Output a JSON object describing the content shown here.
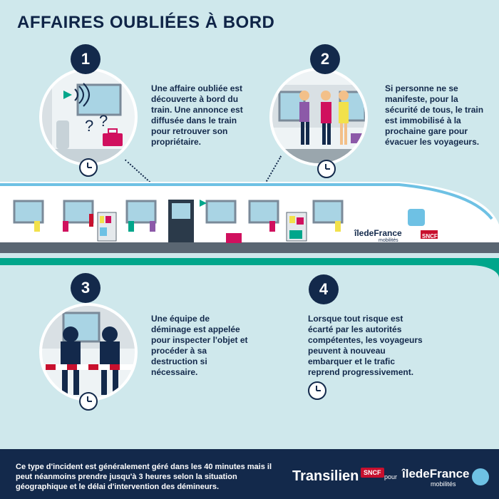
{
  "title": "AFFAIRES OUBLIÉES À BORD",
  "steps": [
    {
      "num": "1",
      "text": "Une affaire oubliée est découverte à bord du train. Une annonce est diffusée dans le train pour retrouver son propriétaire."
    },
    {
      "num": "2",
      "text": "Si personne ne se manifeste, pour la sécurité de tous, le train est immobilisé à la prochaine gare pour évacuer les voyageurs."
    },
    {
      "num": "3",
      "text": "Une équipe de déminage est appelée pour inspecter l'objet et procéder à sa destruction si nécessaire."
    },
    {
      "num": "4",
      "text": "Lorsque tout risque est écarté par les autorités compétentes, les voyageurs peuvent à nouveau embarquer et le trafic reprend progressivement."
    }
  ],
  "train_logo": {
    "idf": "îledeFrance",
    "mobilites": "mobilités",
    "sncf": "SNCF"
  },
  "footer": {
    "text": "Ce type d'incident est généralement géré dans les 40 minutes mais il peut néanmoins prendre jusqu'à 3 heures selon la situation géographique et le délai d'intervention des démineurs.",
    "transilien": "Transilien",
    "sncf": "SNCF",
    "pour": "pour",
    "idf": "îledeFrance",
    "mobilites": "mobilités"
  },
  "colors": {
    "navy": "#13294b",
    "teal": "#00a68b",
    "sky": "#cfe8ec",
    "red": "#c8102e",
    "magenta": "#d0105e",
    "lightblue": "#6ec1e4"
  }
}
